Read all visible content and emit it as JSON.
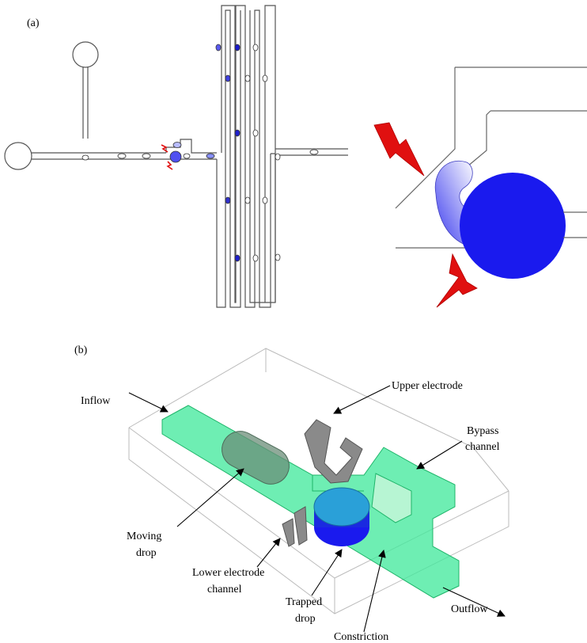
{
  "panel_a": {
    "label": "(a)"
  },
  "panel_b": {
    "label": "(b)",
    "annotations": {
      "inflow": "Inflow",
      "upper_electrode": "Upper electrode",
      "bypass_line1": "Bypass",
      "bypass_line2": "channel",
      "moving_line1": "Moving",
      "moving_line2": "drop",
      "lower_line1": "Lower electrode",
      "lower_line2": "channel",
      "trapped_line1": "Trapped",
      "trapped_line2": "drop",
      "constriction": "Constriction",
      "outflow": "Outflow"
    }
  },
  "colors": {
    "channel_outline": "#555555",
    "drop_blue": "#1a1aee",
    "drop_light": "#aab0ff",
    "spark_red": "#e01010",
    "channel_green": "#3ee89a",
    "electrode_gray": "#8a8a8a",
    "box_edge": "#bbbbbb"
  }
}
